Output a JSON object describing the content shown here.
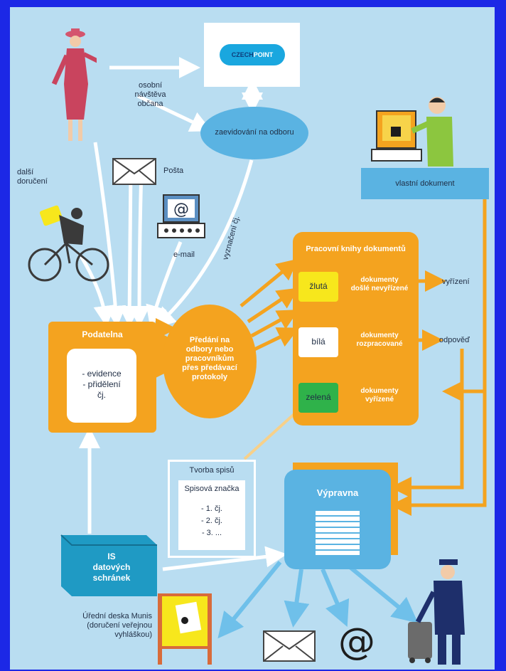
{
  "top_title_fragment": "\"",
  "czechpoint": {
    "left": "CZECH",
    "right": "POINT"
  },
  "labels": {
    "osobni_navsteva": [
      "osobní",
      "návštěva",
      "občana"
    ],
    "zaevidovani": "zaevidování na odboru",
    "dalsi_doruceni": [
      "další",
      "doručení"
    ],
    "posta": "Pošta",
    "email": "e-mail",
    "vyznaceni": "vyznačení čj.",
    "vlastni_dokument": "vlastní dokument",
    "podatelna_title": "Podatelna",
    "podatelna_items": [
      "- evidence",
      "- přidělení",
      "čj."
    ],
    "predani": [
      "Předání na",
      "odbory nebo",
      "pracovníkům",
      "přes předávací",
      "protokoly"
    ],
    "pracovni_knihy_title": "Pracovní knihy dokumentů",
    "books": [
      {
        "name": "žlutá",
        "desc": [
          "dokumenty",
          "došlé nevyřízené"
        ],
        "color": "#f7e71c"
      },
      {
        "name": "bílá",
        "desc": [
          "dokumenty",
          "rozpracované"
        ],
        "color": "#ffffff"
      },
      {
        "name": "zelená",
        "desc": [
          "dokumenty",
          "vyřízené"
        ],
        "color": "#2fb24a"
      }
    ],
    "vyrizeni": "vyřízení",
    "odpoved": "odpověď",
    "tvorba_spisu": "Tvorba spisů",
    "spisova_znacka": "Spisová značka",
    "cj_list": [
      "- 1. čj.",
      "- 2. čj.",
      "- 3. ..."
    ],
    "vypravna": "Výpravna",
    "is_datovych": [
      "IS",
      "datových",
      "schránek"
    ],
    "uredni_deska": [
      "Úřední deska Munis",
      "(doručení veřejnou",
      "vyhláškou)"
    ],
    "at_symbol": "@"
  },
  "colors": {
    "frame": "#1c28e6",
    "background": "#b9ddf1",
    "orange": "#f4a31f",
    "blue_ellipse": "#5ab3e2",
    "teal_box": "#1f9ac4",
    "white": "#ffffff"
  }
}
